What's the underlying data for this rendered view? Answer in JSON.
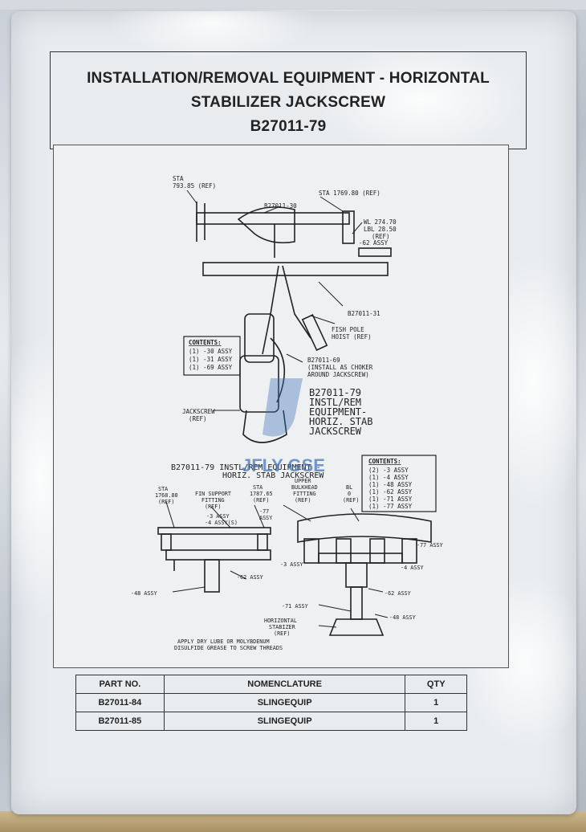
{
  "header": {
    "title_line1": "INSTALLATION/REMOVAL EQUIPMENT - HORIZONTAL",
    "title_line2": "STABILIZER JACKSCREW",
    "part_number": "B27011-79"
  },
  "diagram": {
    "top_labels": {
      "sta_left": "STA",
      "sta_left_value": "793.85 (REF)",
      "sta_right": "STA 1769.80 (REF)",
      "assy_30": "B27011-30",
      "wl": "WL 274.70",
      "lbl": "LBL 28.50",
      "ref": "(REF)",
      "assy_62": "-62 ASSY",
      "assy_31": "B27011-31",
      "fish_pole": "FISH POLE",
      "hoist": "HOIST (REF)",
      "assy_69": "B27011-69",
      "choker1": "(INSTALL AS CHOKER",
      "choker2": "AROUND JACKSCREW)",
      "jackscrew": "JACKSCREW",
      "jackscrew_ref": "(REF)"
    },
    "contents_left": {
      "title": "CONTENTS:",
      "items": [
        "(1) -30 ASSY",
        "(1) -31 ASSY",
        "(1) -69 ASSY"
      ]
    },
    "mid_caption": {
      "part": "B27011-79",
      "line1": "INSTL/REM",
      "line2": "EQUIPMENT-",
      "line3": "HORIZ. STAB",
      "line4": "JACKSCREW"
    },
    "section_caption": {
      "line1": "B27011-79 INSTL/REM EQUIPMENT -",
      "line2": "HORIZ. STAB JACKSCREW"
    },
    "contents_right": {
      "title": "CONTENTS:",
      "items": [
        "(2) -3 ASSY",
        "(1) -4 ASSY",
        "(1) -48 ASSY",
        "(1) -62 ASSY",
        "(1) -71 ASSY",
        "(1) -77 ASSY"
      ]
    },
    "bottom_labels": {
      "sta_a": "STA",
      "sta_a_value": "1768.80",
      "sta_a_ref": "(REF)",
      "fin_support1": "FIN SUPPORT",
      "fin_support2": "FITTING",
      "fin_support3": "(REF)",
      "sta_b": "STA",
      "sta_b_value": "1787.65",
      "sta_b_ref": "(REF)",
      "upper1": "UPPER",
      "upper2": "BULKHEAD",
      "upper3": "FITTING",
      "upper4": "(REF)",
      "bl": "BL",
      "bl_value": "0",
      "bl_ref": "(REF)",
      "assy_3a": "-3 ASSY",
      "assy_4a": "-4 ASSY(S)",
      "assy_77": "-77",
      "assy_77b": "ASSY",
      "assy_77c": "-77 ASSY",
      "assy_48a": "-48 ASSY",
      "assy_62a": "-62 ASSY",
      "assy_3b": "-3 ASSY",
      "assy_4b": "-4 ASSY",
      "assy_62b": "-62 ASSY",
      "assy_71": "-71 ASSY",
      "horiz1": "HORIZONTAL",
      "horiz2": "STABIZER",
      "horiz3": "(REF)",
      "assy_48b": "-48 ASSY",
      "note1": "APPLY DRY LUBE OR MOLYBDENUM",
      "note2": "DISULFIDE GREASE TO SCREW THREADS"
    },
    "watermark": "JFLY GSE"
  },
  "table": {
    "headers": [
      "PART NO.",
      "NOMENCLATURE",
      "QTY"
    ],
    "rows": [
      [
        "B27011-84",
        "SLINGEQUIP",
        "1"
      ],
      [
        "B27011-85",
        "SLINGEQUIP",
        "1"
      ]
    ]
  },
  "colors": {
    "ink": "#222222",
    "watermark_blue": "#3d6fb6"
  }
}
